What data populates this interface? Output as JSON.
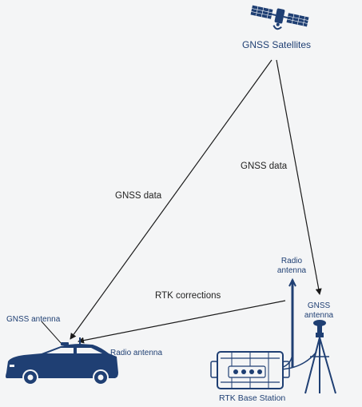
{
  "labels": {
    "satellites": "GNSS Satellites",
    "gnss_data_left": "GNSS data",
    "gnss_data_right": "GNSS data",
    "rtk_corrections": "RTK corrections",
    "radio_antenna_top": "Radio",
    "radio_antenna_bottom": "antenna",
    "gnss_antenna_station_top": "GNSS",
    "gnss_antenna_station_bottom": "antenna",
    "car_gnss_antenna": "GNSS antenna",
    "car_radio_antenna": "Radio antenna",
    "base_station": "RTK Base Station"
  },
  "colors": {
    "brand_blue": "#1f3f73",
    "arrow": "#1a1a1a",
    "background": "#f4f5f6"
  }
}
